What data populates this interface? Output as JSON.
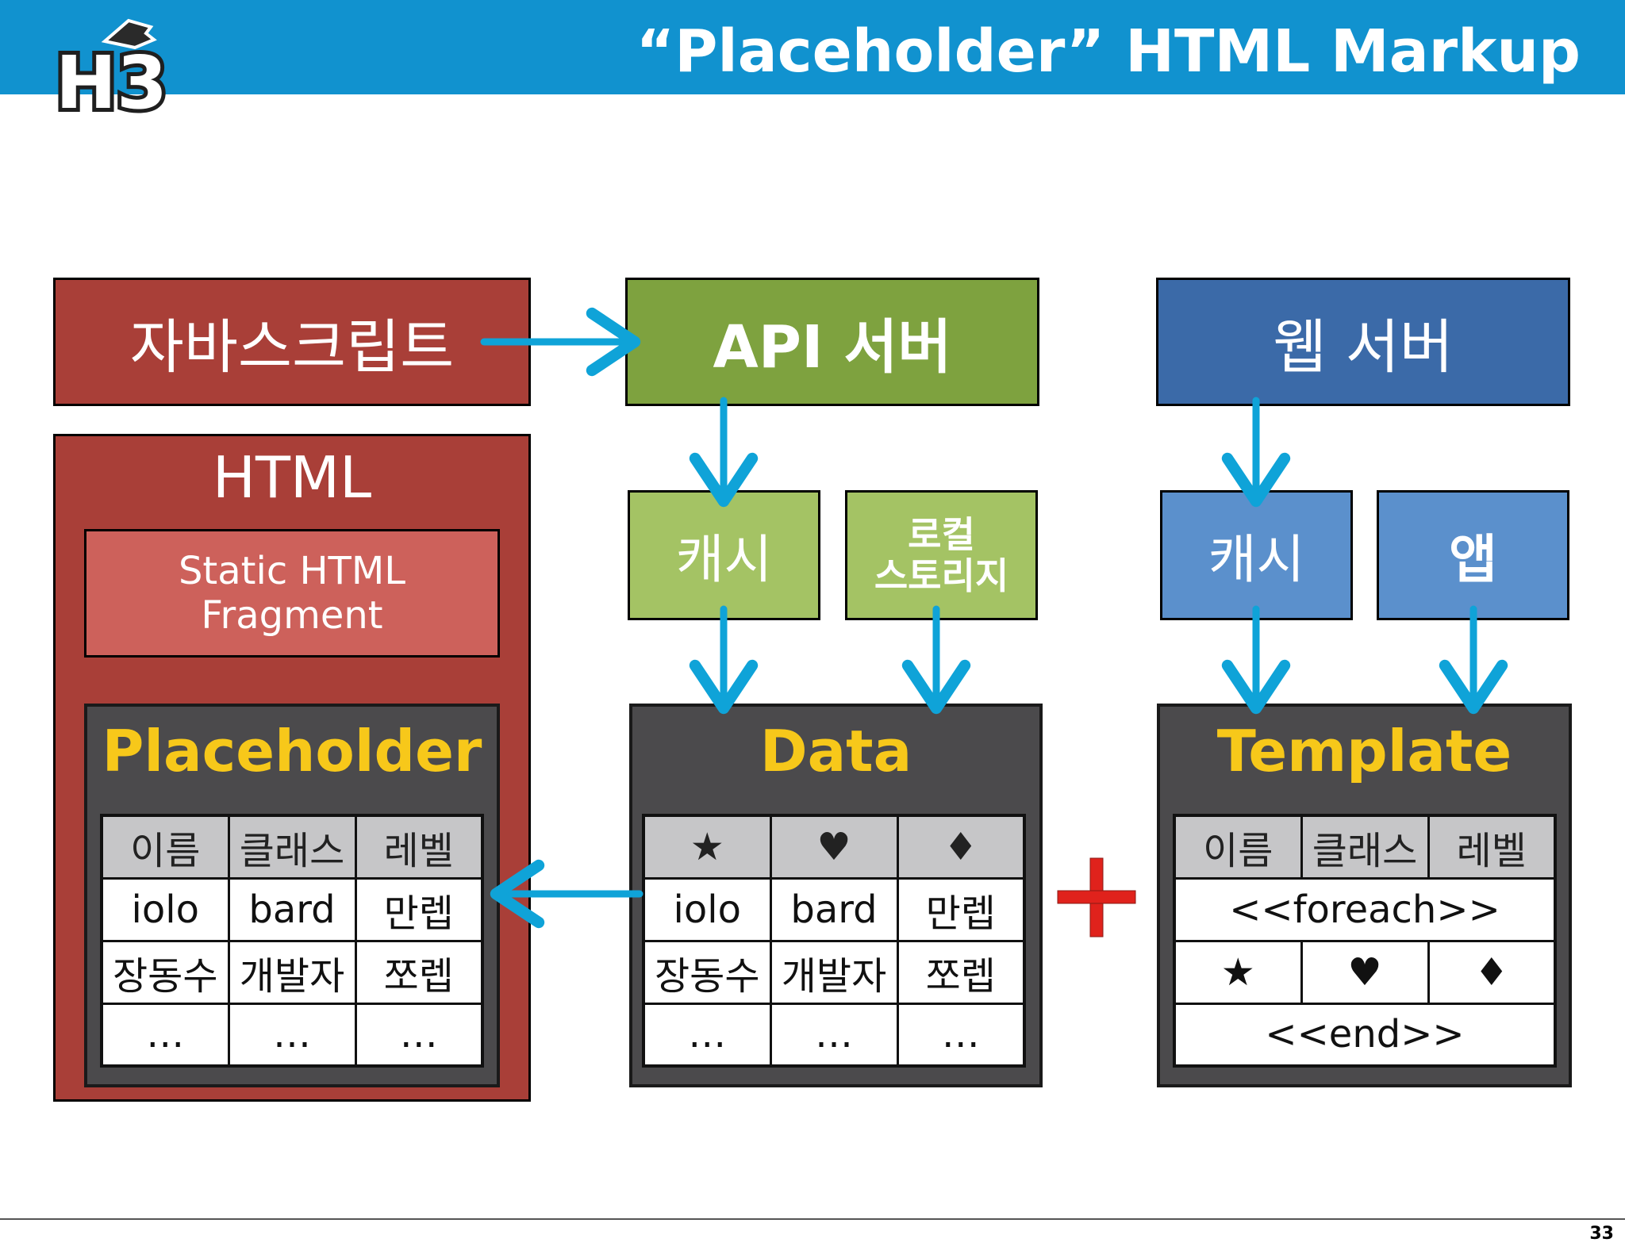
{
  "slide": {
    "title": "“Placeholder” HTML Markup",
    "logo_text": "H3",
    "page_number": "33"
  },
  "left": {
    "javascript_label": "자바스크립트",
    "html_label": "HTML",
    "static_fragment_label": "Static HTML Fragment",
    "placeholder_title": "Placeholder",
    "table": {
      "headers": [
        "이름",
        "클래스",
        "레벨"
      ],
      "rows": [
        [
          "iolo",
          "bard",
          "만렙"
        ],
        [
          "장동수",
          "개발자",
          "쪼렙"
        ],
        [
          "…",
          "…",
          "…"
        ]
      ]
    }
  },
  "middle": {
    "api_server_label": "API 서버",
    "cache_label": "캐시",
    "local_storage_label_line1": "로컬",
    "local_storage_label_line2": "스토리지",
    "data_title": "Data",
    "table": {
      "headers": [
        "★",
        "♥",
        "♦"
      ],
      "rows": [
        [
          "iolo",
          "bard",
          "만렙"
        ],
        [
          "장동수",
          "개발자",
          "쪼렙"
        ],
        [
          "…",
          "…",
          "…"
        ]
      ]
    }
  },
  "right": {
    "web_server_label": "웹 서버",
    "cache_label": "캐시",
    "app_label": "앱",
    "template_title": "Template",
    "table": {
      "headers": [
        "이름",
        "클래스",
        "레벨"
      ],
      "foreach": "<<foreach>>",
      "symbols": [
        "★",
        "♥",
        "♦"
      ],
      "end": "<<end>>"
    }
  },
  "colors": {
    "header": "#1192cf",
    "arrow": "#0fa3d8",
    "plus": "#e0221c",
    "panel_title": "#f7c81a"
  }
}
